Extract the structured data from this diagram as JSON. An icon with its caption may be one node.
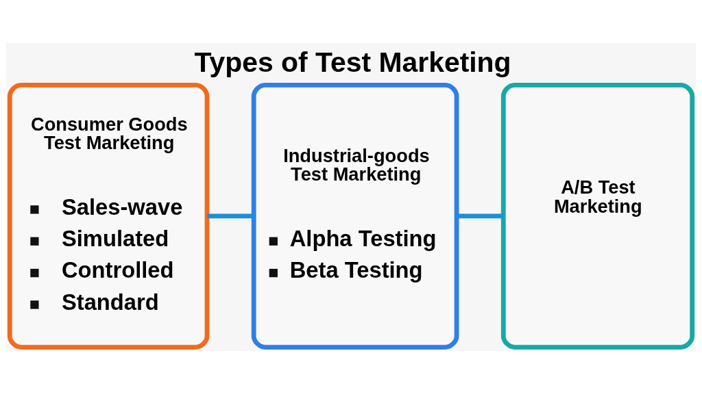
{
  "diagram": {
    "title": "Types of Test Marketing",
    "nodes": [
      {
        "text": [
          "Consumer Goods Test Marketing",
          "Sales-wave",
          "Simulated",
          "Controlled",
          "Standard"
        ]
      },
      {
        "text": [
          "Industrial-goods Test Marketing",
          "Alpha Testing",
          "Beta Testing"
        ]
      },
      {
        "text": [
          "A/B Test Marketing"
        ]
      }
    ],
    "edges": [
      {
        "from": 0,
        "to": 1,
        "arrow": "none"
      },
      {
        "from": 1,
        "to": 2,
        "arrow": "none"
      }
    ]
  }
}
